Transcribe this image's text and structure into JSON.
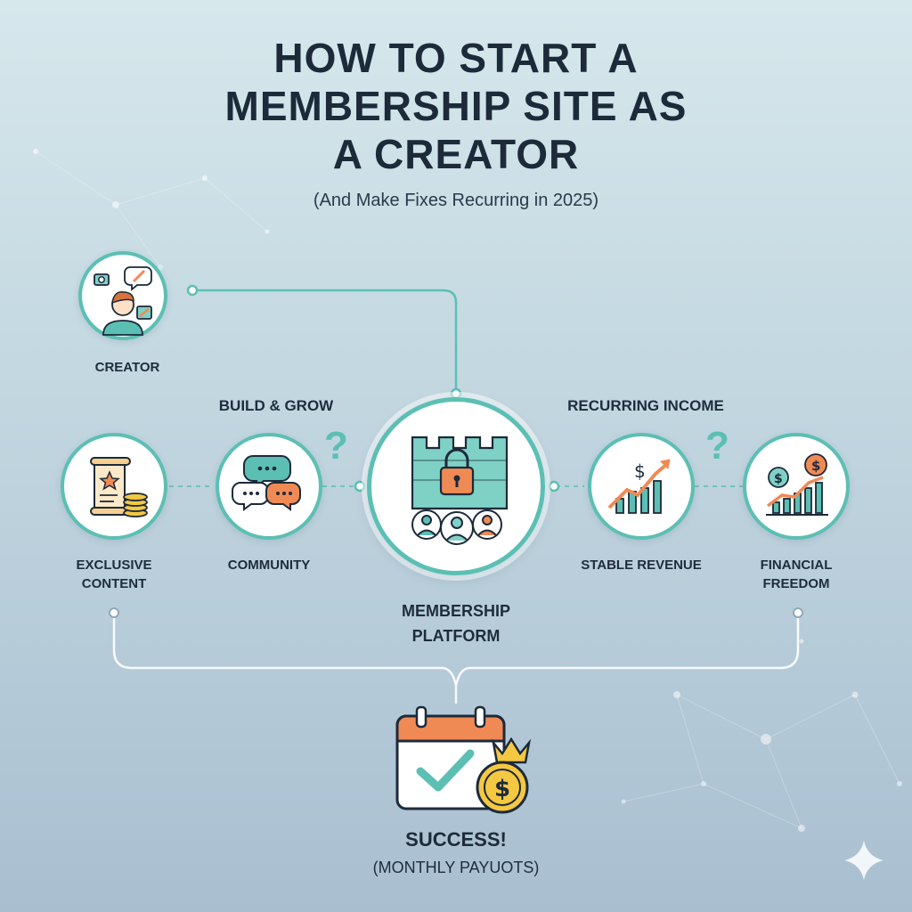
{
  "header": {
    "title": "HOW TO START A\nMEMBERSHIP SITE AS\nA CREATOR",
    "subtitle": "(And Make Fixes Recurring in 2025)"
  },
  "sections": {
    "left": "BUILD & GROW",
    "right": "RECURRING INCOME"
  },
  "nodes": {
    "creator": {
      "label": "CREATOR",
      "icon": "creator-person-icon"
    },
    "exclusive_content": {
      "label": "EXCLUSIVE\nCONTENT",
      "icon": "scroll-coins-icon"
    },
    "community": {
      "label": "COMMUNITY",
      "icon": "chat-bubbles-icon"
    },
    "platform": {
      "label": "MEMBERSHIP\nPLATFORM",
      "icon": "castle-lock-members-icon"
    },
    "stable_revenue": {
      "label": "STABLE REVENUE",
      "icon": "rising-chart-dollar-icon"
    },
    "financial_freedom": {
      "label": "FINANCIAL\nFREEDOM",
      "icon": "coins-growth-chart-icon"
    }
  },
  "question_mark": "?",
  "success": {
    "title": "SUCCESS!",
    "subtitle": "(MONTHLY PAYUOTS)",
    "icon": "calendar-check-coin-crown-icon",
    "coin_symbol": "$"
  },
  "colors": {
    "teal": "#5cbfb4",
    "dark": "#1c2a3a",
    "orange": "#f08a54",
    "gold": "#f5c842",
    "green": "#2e9d8a"
  }
}
